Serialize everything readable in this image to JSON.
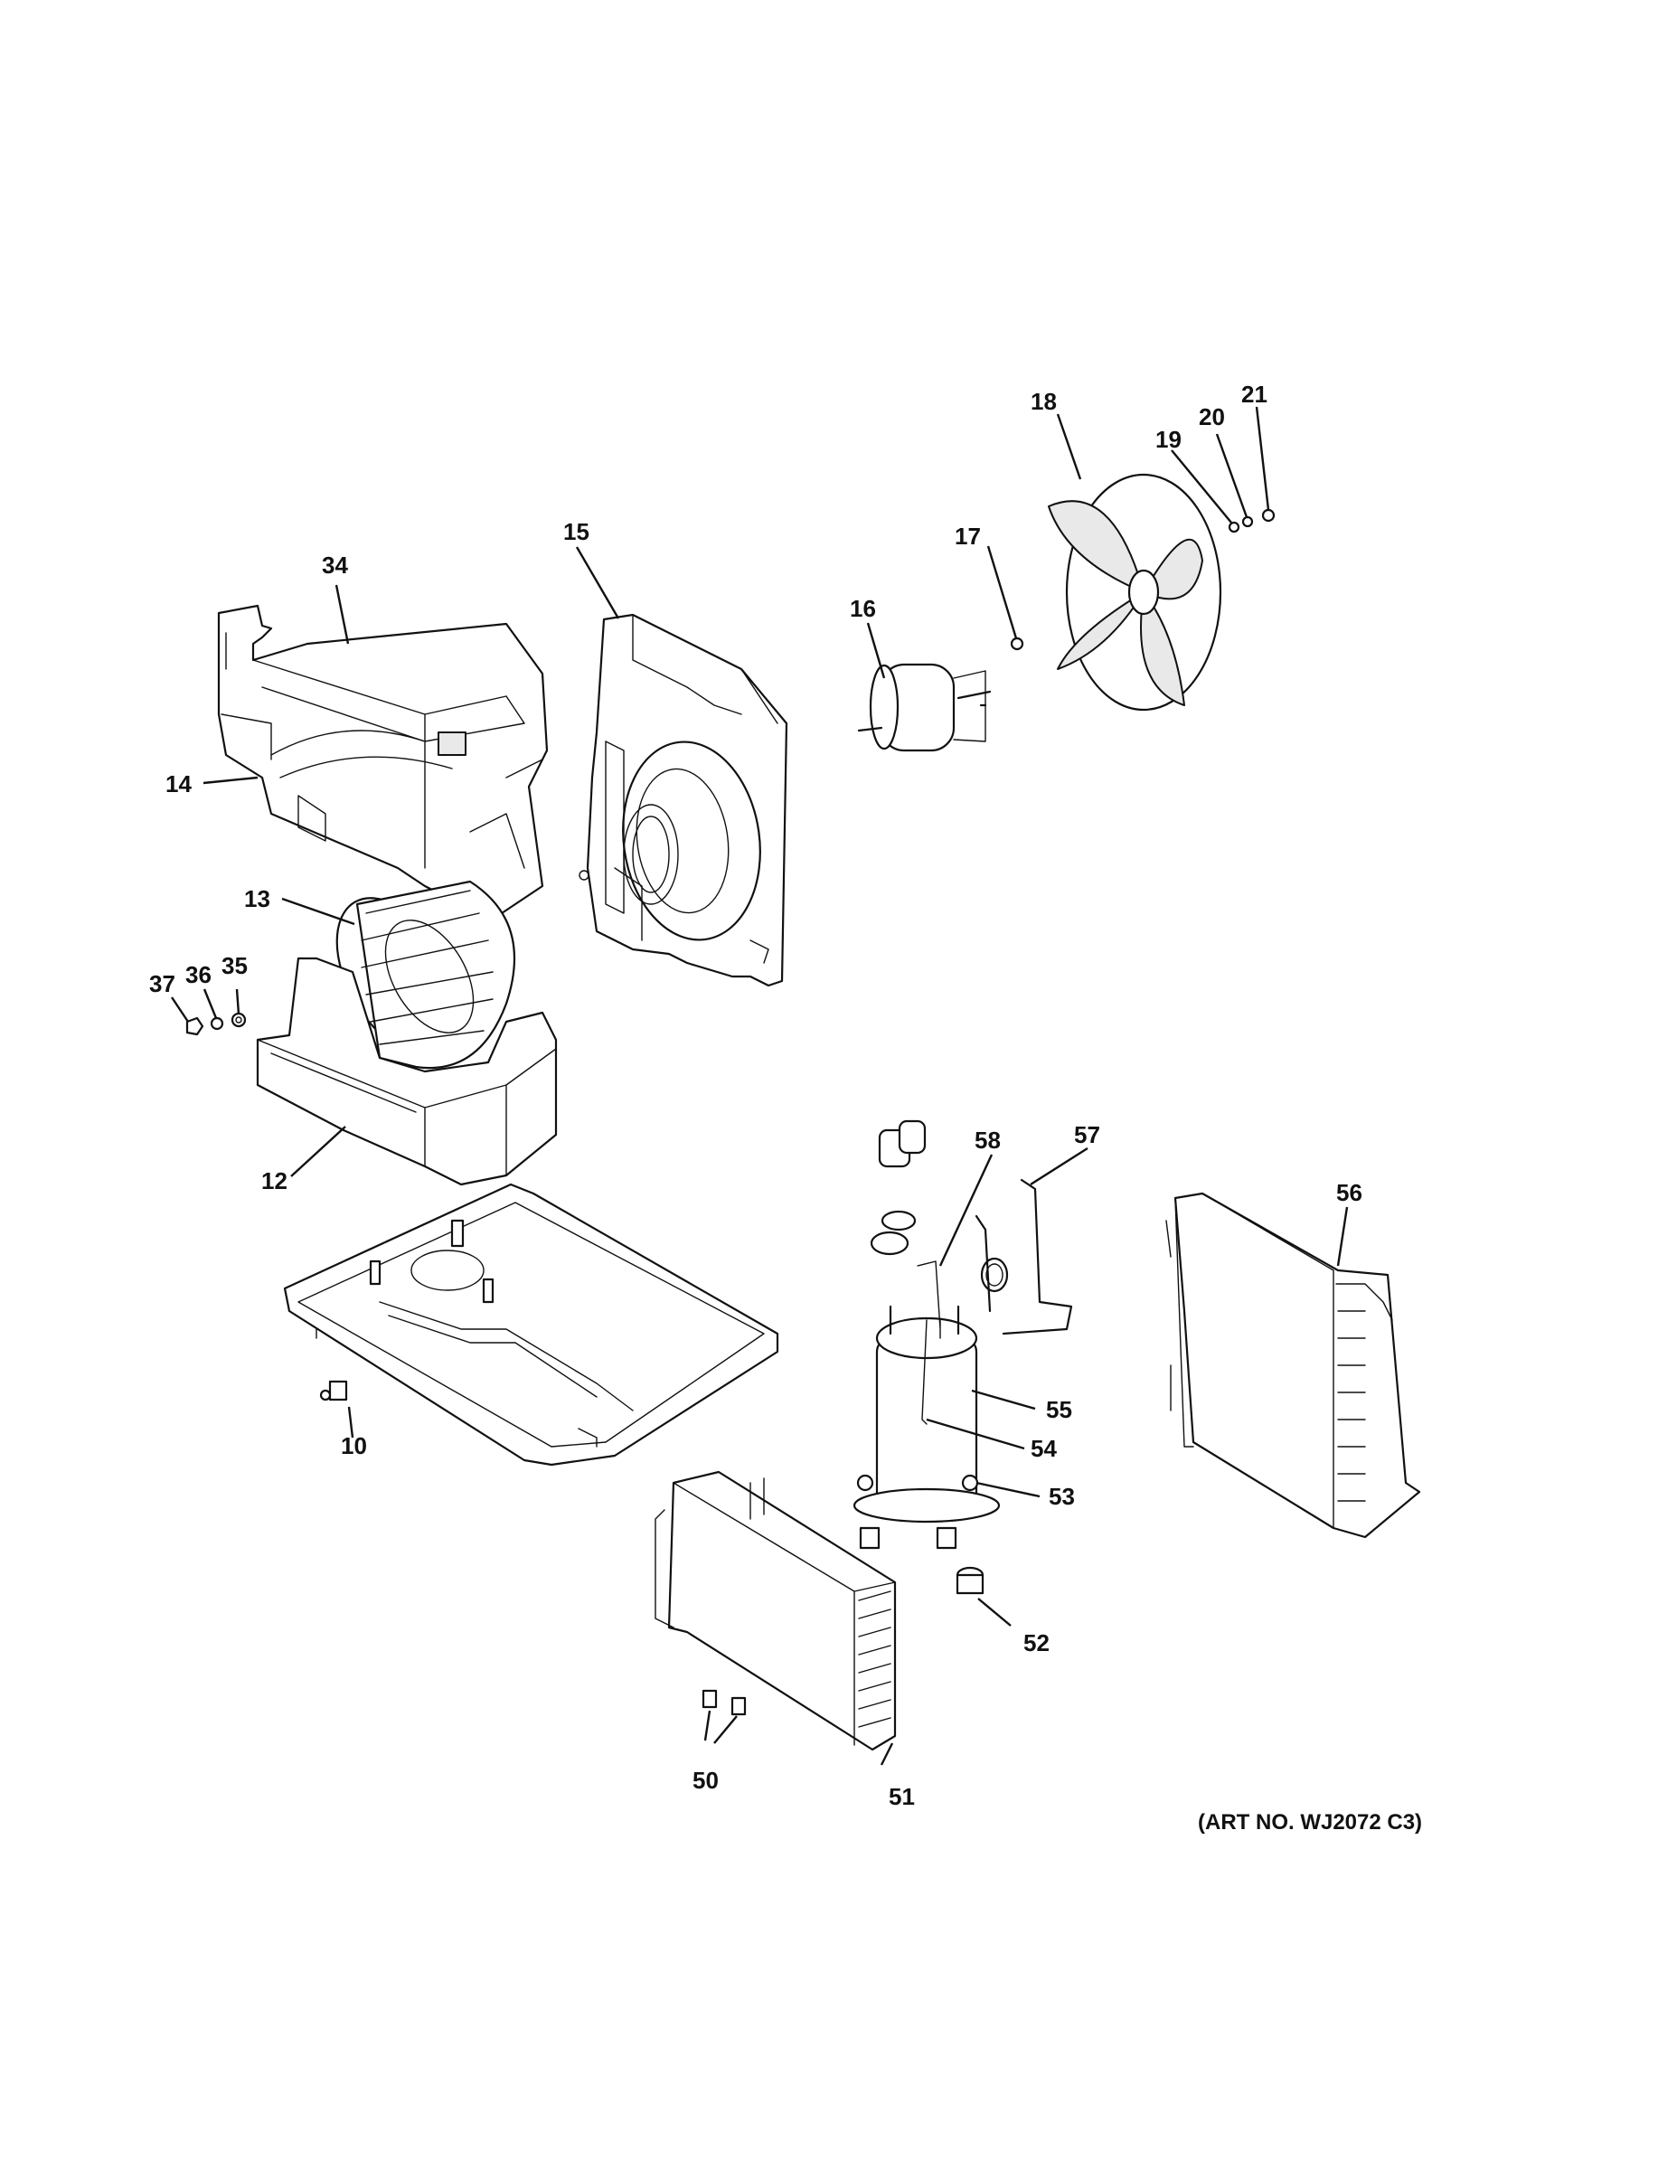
{
  "callouts": {
    "c10": "10",
    "c12": "12",
    "c13": "13",
    "c14": "14",
    "c15": "15",
    "c16": "16",
    "c17": "17",
    "c18": "18",
    "c19": "19",
    "c20": "20",
    "c21": "21",
    "c34": "34",
    "c35": "35",
    "c36": "36",
    "c37": "37",
    "c50": "50",
    "c51": "51",
    "c52": "52",
    "c53": "53",
    "c54": "54",
    "c55": "55",
    "c56": "56",
    "c57": "57",
    "c58": "58"
  },
  "art_number": "(ART NO. WJ2072 C3)"
}
